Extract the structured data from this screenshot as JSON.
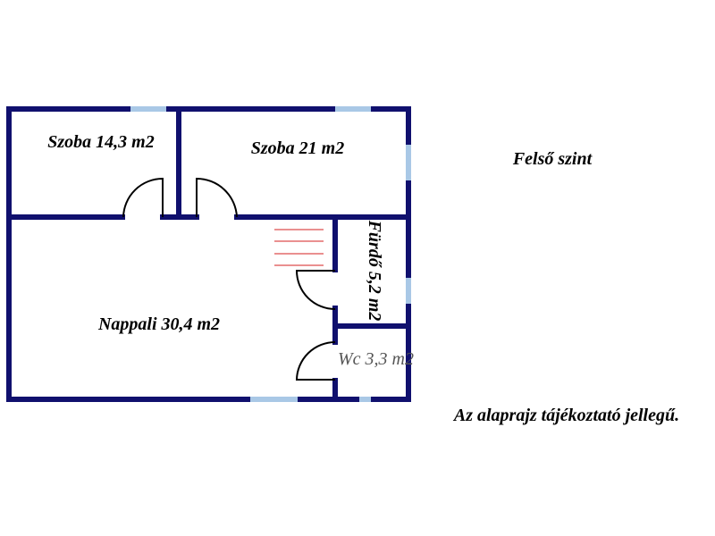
{
  "plan": {
    "rooms": {
      "szoba1": "Szoba 14,3 m2",
      "szoba2": "Szoba 21 m2",
      "nappali": "Nappali 30,4 m2",
      "furdo": "Fürdő 5,2 m2",
      "wc": "Wc 3,3 m2"
    },
    "level": "Felső szint",
    "disclaimer": "Az alaprajz tájékoztató jellegű.",
    "colors": {
      "wall": "#10106e",
      "window": "#a9c8e6",
      "stairs": "#d42020",
      "wc_label": "#555555"
    }
  }
}
